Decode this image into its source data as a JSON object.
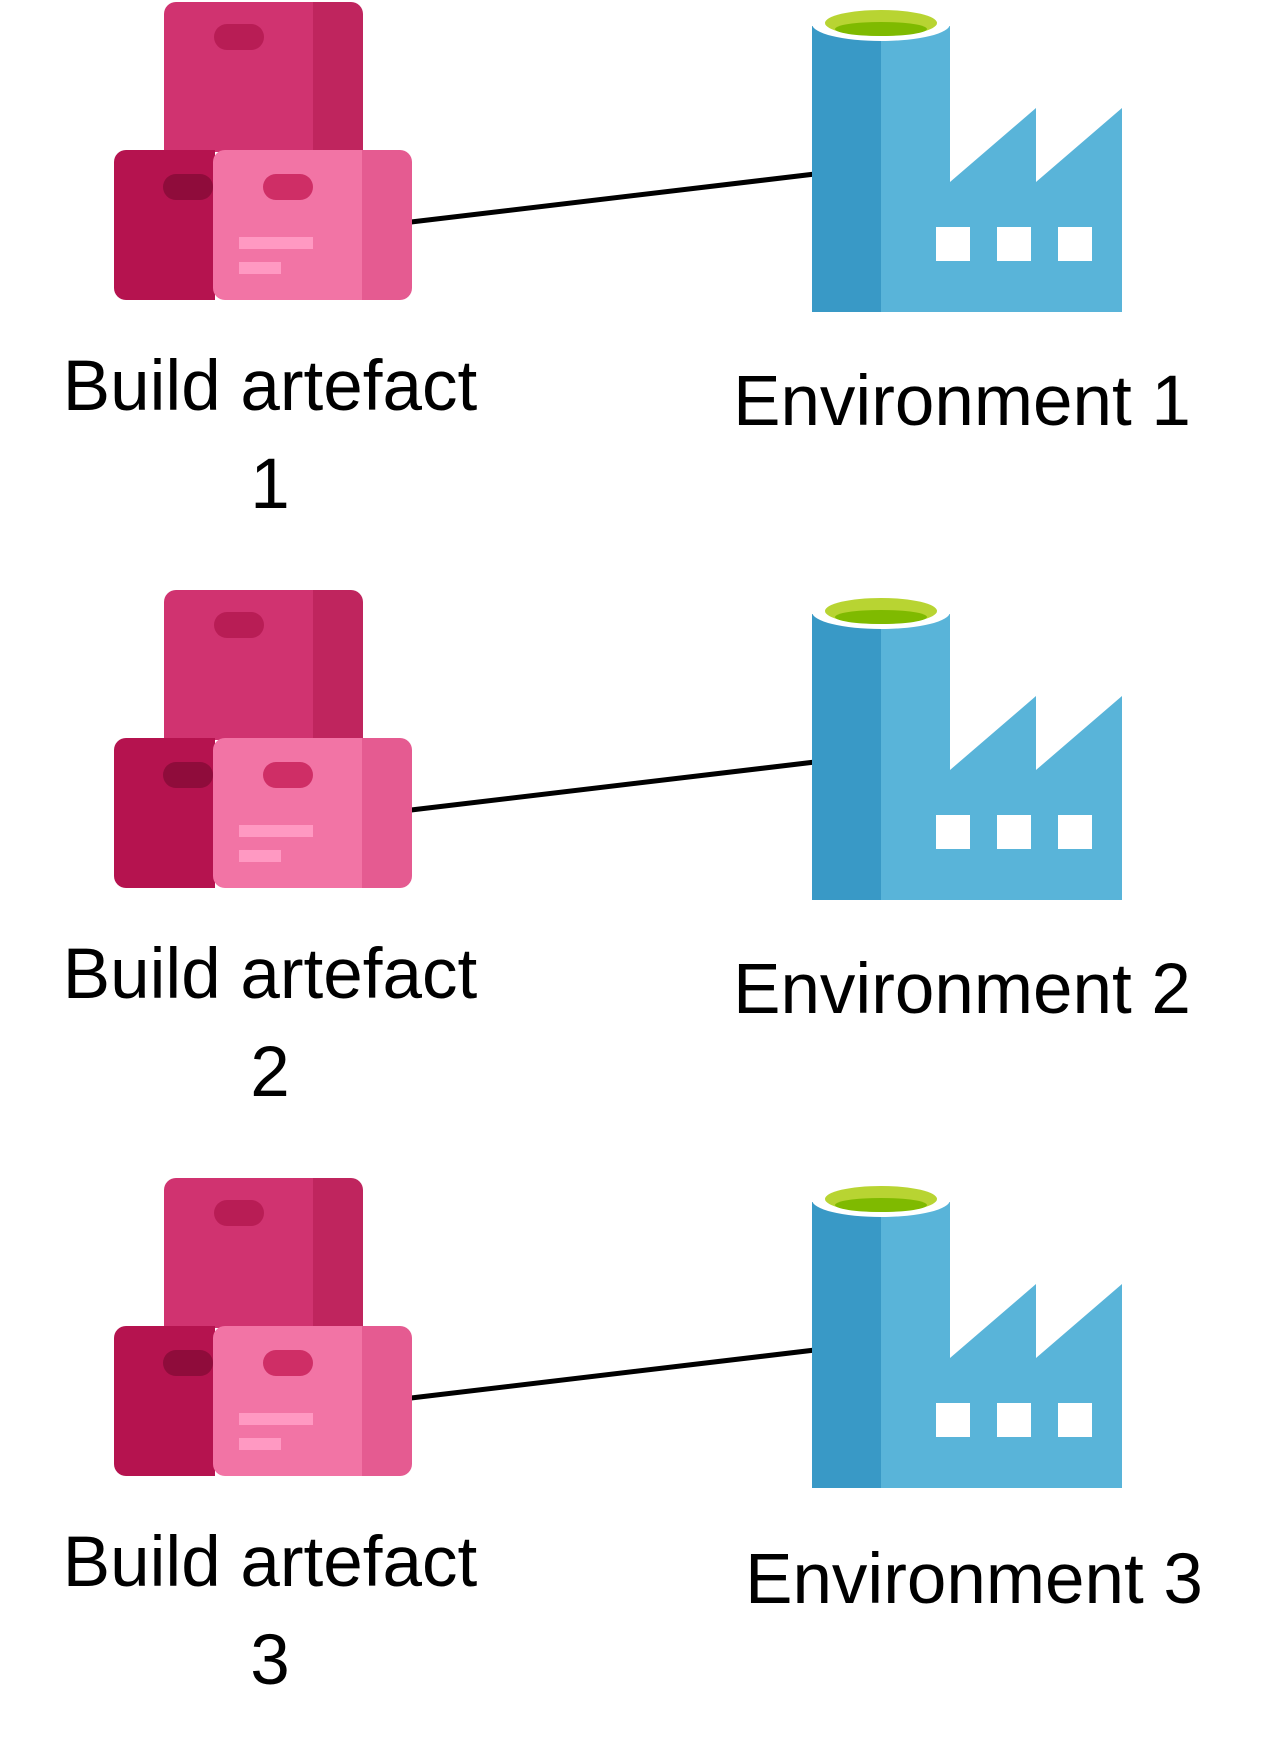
{
  "colors": {
    "box_top": "#d03370",
    "box_top_shade": "#bf255e",
    "box_top_handle": "#b81d55",
    "box_dark": "#b5134f",
    "box_dark_handle": "#8f0c3b",
    "box_light": "#f274a5",
    "box_light_edge": "#e55b91",
    "box_light_handle": "#cf2e66",
    "box_light_lines": "#ff99c2",
    "factory_light": "#59b4d9",
    "factory_dark": "#3999c6",
    "factory_top_ring": "#b8d432",
    "factory_top_inner": "#7fba00",
    "window": "#ffffff",
    "connector": "#000000"
  },
  "icons": {
    "artefact": "package-boxes-icon",
    "environment": "data-factory-icon"
  },
  "rows": [
    {
      "artefact_line1": "Build artefact",
      "artefact_line2": "1",
      "environment": "Environment 1"
    },
    {
      "artefact_line1": "Build artefact",
      "artefact_line2": "2",
      "environment": "Environment 2"
    },
    {
      "artefact_line1": "Build artefact",
      "artefact_line2": "3",
      "environment": "Environment 3"
    }
  ]
}
